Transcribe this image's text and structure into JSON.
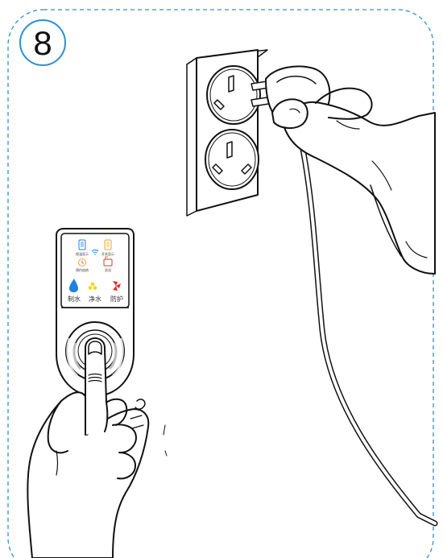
{
  "step": {
    "number": "8"
  },
  "panel": {
    "icons": [
      {
        "name": "phone-icon",
        "label": "保温显示"
      },
      {
        "name": "thermometer-icon",
        "label": "开关显示"
      },
      {
        "name": "clock-icon",
        "label": "预约加热"
      },
      {
        "name": "bath-icon",
        "label": "洗浴"
      }
    ],
    "modes": [
      {
        "name": "cold-water-mode",
        "label": "制水"
      },
      {
        "name": "filter-mode",
        "label": "净水"
      },
      {
        "name": "protect-mode",
        "label": "防护"
      }
    ]
  },
  "colors": {
    "frame": "#2d8ed6",
    "line": "#111111",
    "water_blue": "#1e82e0",
    "filter_yellow": "#f4d600",
    "protect_red": "#e0302a",
    "icon_orange": "#f0a23a"
  }
}
